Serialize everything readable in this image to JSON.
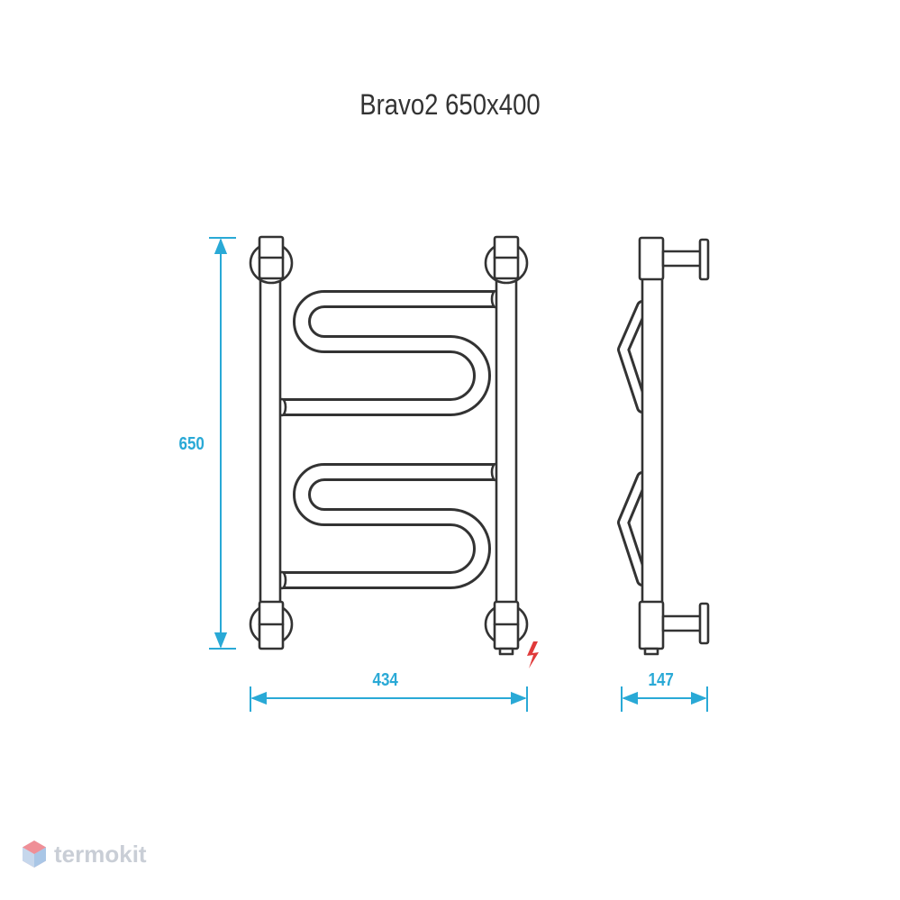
{
  "title": "Bravo2 650x400",
  "dimensions": {
    "height": "650",
    "width": "434",
    "depth": "147"
  },
  "colors": {
    "dimension": "#29a9d6",
    "outline": "#333333",
    "electric": "#e03a3a",
    "brand": "#c9ced6"
  },
  "icons": {
    "electric": "lightning-bolt-icon",
    "brand": "hexagon-cube-icon"
  },
  "brand": {
    "name": "termokit"
  }
}
